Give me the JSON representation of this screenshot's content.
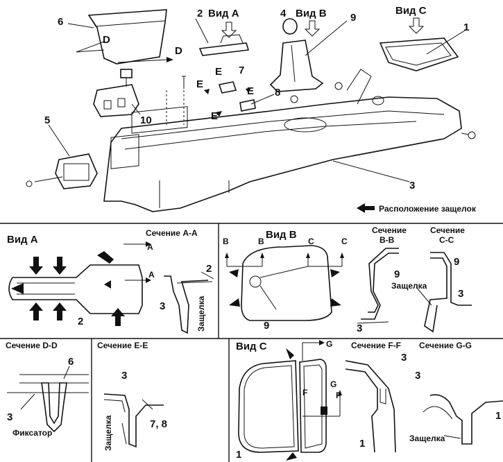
{
  "top": {
    "view_a_label": "Вид A",
    "view_b_label": "Вид B",
    "view_c_label": "Вид C",
    "callouts": [
      "1",
      "2",
      "3",
      "4",
      "5",
      "6",
      "7",
      "8",
      "9",
      "10"
    ],
    "d_label": "D",
    "e_label": "E",
    "legend_text": "Расположение защелок"
  },
  "view_a": {
    "title": "Вид A",
    "section_title": "Сечение A-A",
    "a_label": "A",
    "part_2": "2",
    "part_3": "3",
    "latch": "Защелка"
  },
  "view_b": {
    "title": "Вид B",
    "b_label": "B",
    "c_label": "C",
    "part_9": "9",
    "section_bb": "Сечение\nB-B",
    "section_bb_line1": "Сечение",
    "section_bb_line2": "B-B",
    "section_cc_line1": "Сечение",
    "section_cc_line2": "C-C",
    "latch": "Защелка",
    "part_3": "3"
  },
  "section_dd": {
    "title": "Сечение D-D",
    "part_6": "6",
    "part_3": "3",
    "fixator": "Фиксатор"
  },
  "section_ee": {
    "title": "Сечение E-E",
    "part_3": "3",
    "part_78": "7, 8",
    "latch": "Защелка"
  },
  "view_c": {
    "title": "Вид C",
    "g_label": "G",
    "f_label": "F",
    "part_1": "1",
    "section_ff": "Сечение F-F",
    "section_gg": "Сечение G-G",
    "part_3": "3",
    "latch": "Защелка"
  }
}
